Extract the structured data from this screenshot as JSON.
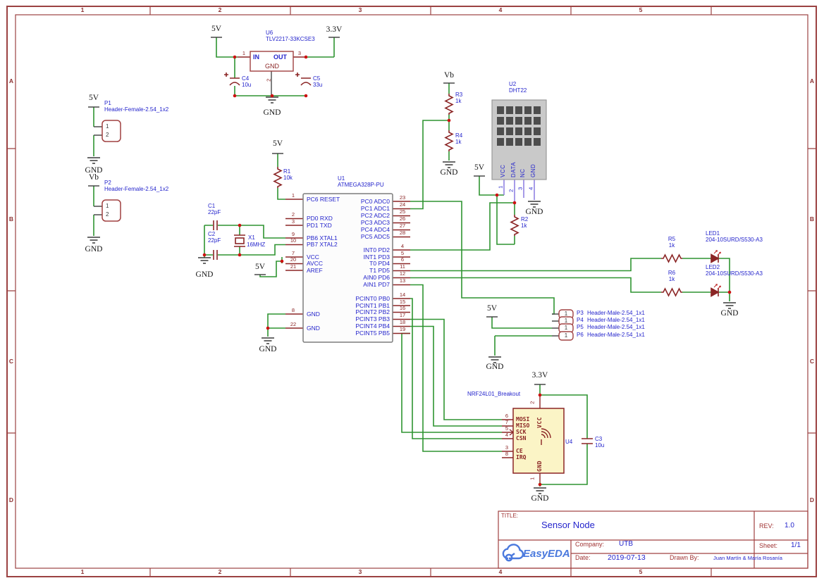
{
  "frame": {
    "columns": [
      "1",
      "2",
      "3",
      "4",
      "5"
    ],
    "rows": [
      "A",
      "B",
      "C",
      "D"
    ]
  },
  "nets": {
    "v5": "5V",
    "v33": "3.3V",
    "vb": "Vb",
    "gnd": "GND"
  },
  "components": {
    "u6": {
      "ref": "U6",
      "value": "TLV2217-33KCSE3",
      "pin_in": "IN",
      "pin_out": "OUT",
      "pin_gnd": "GND",
      "num_in": "1",
      "num_out": "3",
      "num_gnd": "2"
    },
    "c4": {
      "ref": "C4",
      "value": "10u"
    },
    "c5": {
      "ref": "C5",
      "value": "33u"
    },
    "p1": {
      "ref": "P1",
      "value": "Header-Female-2.54_1x2",
      "pins": [
        "1",
        "2"
      ]
    },
    "p2": {
      "ref": "P2",
      "value": "Header-Female-2.54_1x2",
      "pins": [
        "1",
        "2"
      ]
    },
    "r1": {
      "ref": "R1",
      "value": "10k"
    },
    "r2": {
      "ref": "R2",
      "value": "1k"
    },
    "r3": {
      "ref": "R3",
      "value": "1k"
    },
    "r4": {
      "ref": "R4",
      "value": "1k"
    },
    "r5": {
      "ref": "R5",
      "value": "1k"
    },
    "r6": {
      "ref": "R6",
      "value": "1k"
    },
    "c1": {
      "ref": "C1",
      "value": "22pF"
    },
    "c2": {
      "ref": "C2",
      "value": "22pF"
    },
    "c3": {
      "ref": "C3",
      "value": "10u"
    },
    "x1": {
      "ref": "X1",
      "value": "16MHZ"
    },
    "u1": {
      "ref": "U1",
      "value": "ATMEGA328P-PU",
      "left_pins": [
        {
          "n": "1",
          "name": "PC6 RESET"
        },
        {
          "n": "2",
          "name": "PD0 RXD"
        },
        {
          "n": "3",
          "name": "PD1 TXD"
        },
        {
          "n": "9",
          "name": "PB6 XTAL1"
        },
        {
          "n": "10",
          "name": "PB7 XTAL2"
        },
        {
          "n": "7",
          "name": "VCC"
        },
        {
          "n": "20",
          "name": "AVCC"
        },
        {
          "n": "21",
          "name": "AREF"
        },
        {
          "n": "8",
          "name": "GND"
        },
        {
          "n": "22",
          "name": "GND"
        }
      ],
      "right_pins": [
        {
          "n": "23",
          "name": "PC0 ADC0"
        },
        {
          "n": "24",
          "name": "PC1 ADC1"
        },
        {
          "n": "25",
          "name": "PC2 ADC2"
        },
        {
          "n": "26",
          "name": "PC3 ADC3"
        },
        {
          "n": "27",
          "name": "PC4 ADC4"
        },
        {
          "n": "28",
          "name": "PC5 ADC5"
        },
        {
          "n": "4",
          "name": "INT0 PD2"
        },
        {
          "n": "5",
          "name": "INT1 PD3"
        },
        {
          "n": "6",
          "name": "T0 PD4"
        },
        {
          "n": "11",
          "name": "T1 PD5"
        },
        {
          "n": "12",
          "name": "AIN0 PD6"
        },
        {
          "n": "13",
          "name": "AIN1 PD7"
        },
        {
          "n": "14",
          "name": "PCINT0 PB0"
        },
        {
          "n": "15",
          "name": "PCINT1 PB1"
        },
        {
          "n": "16",
          "name": "PCINT2 PB2"
        },
        {
          "n": "17",
          "name": "PCINT3 PB3"
        },
        {
          "n": "18",
          "name": "PCINT4 PB4"
        },
        {
          "n": "19",
          "name": "PCINT5 PB5"
        }
      ]
    },
    "u2": {
      "ref": "U2",
      "value": "DHT22",
      "pins": [
        {
          "n": "1",
          "name": "VCC"
        },
        {
          "n": "2",
          "name": "DATA"
        },
        {
          "n": "3",
          "name": "NC"
        },
        {
          "n": "4",
          "name": "GND"
        }
      ]
    },
    "u4": {
      "ref": "U4",
      "part": "NRF24L01_Breakout",
      "left_pins": [
        {
          "n": "6",
          "name": "MOSI"
        },
        {
          "n": "7",
          "name": "MISO"
        },
        {
          "n": "5",
          "name": "SCK"
        },
        {
          "n": "4",
          "name": "CSN"
        },
        {
          "n": "3",
          "name": "CE"
        },
        {
          "n": "8",
          "name": "IRQ"
        }
      ],
      "top_pin": {
        "n": "2",
        "name": "VCC"
      },
      "bottom_pin": {
        "n": "1",
        "name": "GND"
      }
    },
    "led1": {
      "ref": "LED1",
      "value": "204-10SURD/S530-A3"
    },
    "led2": {
      "ref": "LED2",
      "value": "204-10SURD/S530-A3"
    },
    "p3": {
      "ref": "P3",
      "value": "Header-Male-2.54_1x1",
      "pin": "1"
    },
    "p4": {
      "ref": "P4",
      "value": "Header-Male-2.54_1x1",
      "pin": "1"
    },
    "p5": {
      "ref": "P5",
      "value": "Header-Male-2.54_1x1",
      "pin": "1"
    },
    "p6": {
      "ref": "P6",
      "value": "Header-Male-2.54_1x1",
      "pin": "1"
    }
  },
  "title_block": {
    "title_label": "TITLE:",
    "title": "Sensor Node",
    "rev_label": "REV:",
    "rev": "1.0",
    "company_label": "Company:",
    "company": "UTB",
    "sheet_label": "Sheet:",
    "sheet": "1/1",
    "date_label": "Date:",
    "date": "2019-07-13",
    "drawn_by_label": "Drawn By:",
    "drawn_by": "Juan Martín & María Rosanía",
    "logo_text": "EasyEDA"
  },
  "colors": {
    "wire_green": "#2f9431",
    "symbol_maroon": "#8b2525",
    "label_blue": "#2424cc",
    "frame_red": "#9b4242",
    "logo_blue": "#4a79dd",
    "dht_body": "#c9c9c9",
    "nrf_fill": "#fbf4c6",
    "junction_red": "#cc1111"
  }
}
